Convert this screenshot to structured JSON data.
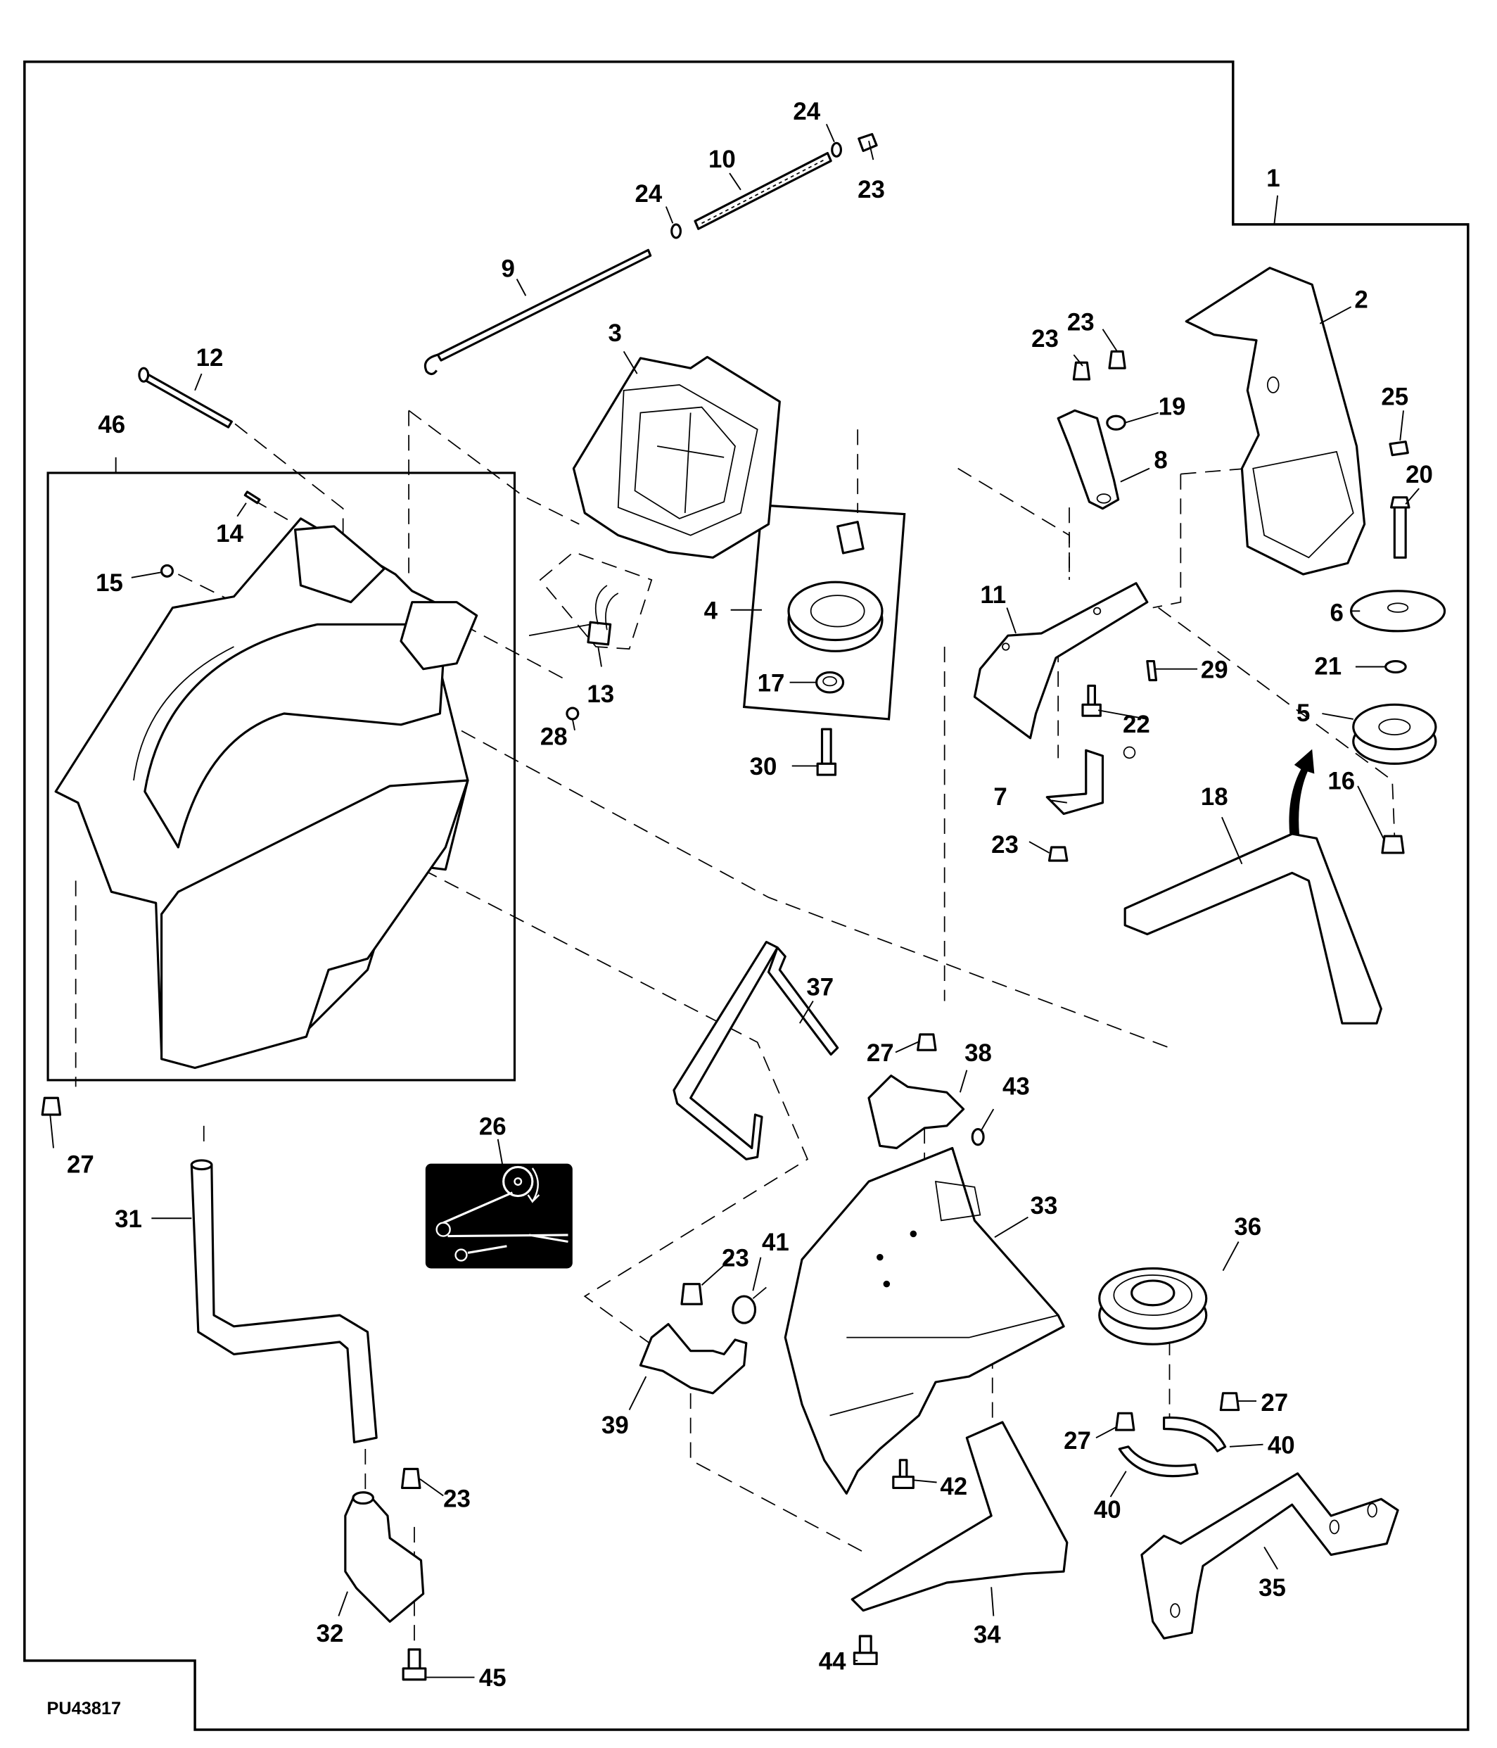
{
  "figure_id": "PU43817",
  "callouts": [
    "1",
    "2",
    "3",
    "4",
    "5",
    "6",
    "7",
    "8",
    "9",
    "10",
    "11",
    "12",
    "13",
    "14",
    "15",
    "16",
    "17",
    "18",
    "19",
    "20",
    "21",
    "22",
    "23",
    "23",
    "23",
    "23",
    "23",
    "23",
    "24",
    "24",
    "25",
    "26",
    "27",
    "27",
    "27",
    "27",
    "28",
    "29",
    "30",
    "31",
    "32",
    "33",
    "34",
    "35",
    "36",
    "37",
    "38",
    "39",
    "40",
    "40",
    "41",
    "42",
    "43",
    "44",
    "45",
    "46"
  ],
  "decal_icon": "belt-routing-decal-icon"
}
